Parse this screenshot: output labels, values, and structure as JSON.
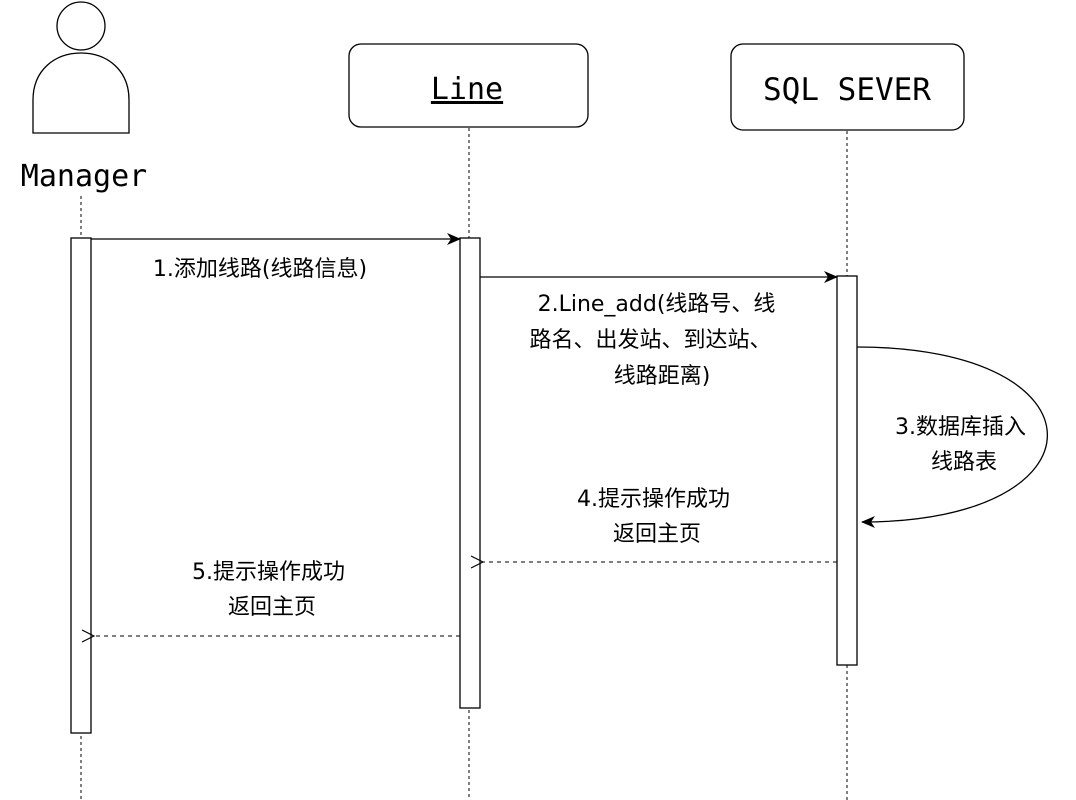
{
  "participants": {
    "manager": {
      "label": "Manager"
    },
    "line": {
      "label": "Line"
    },
    "sql": {
      "label": "SQL SEVER"
    }
  },
  "messages": [
    {
      "id": "m1",
      "lines": [
        "1.添加线路(线路信息)"
      ],
      "style": "sync"
    },
    {
      "id": "m2",
      "lines": [
        "2.Line_add(线路号、线",
        "路名、出发站、到达站、",
        "线路距离)"
      ],
      "style": "sync"
    },
    {
      "id": "m3",
      "lines": [
        "3.数据库插入",
        "线路表"
      ],
      "style": "self"
    },
    {
      "id": "m4",
      "lines": [
        "4.提示操作成功",
        "返回主页"
      ],
      "style": "return"
    },
    {
      "id": "m5",
      "lines": [
        "5.提示操作成功",
        "返回主页"
      ],
      "style": "return"
    }
  ]
}
